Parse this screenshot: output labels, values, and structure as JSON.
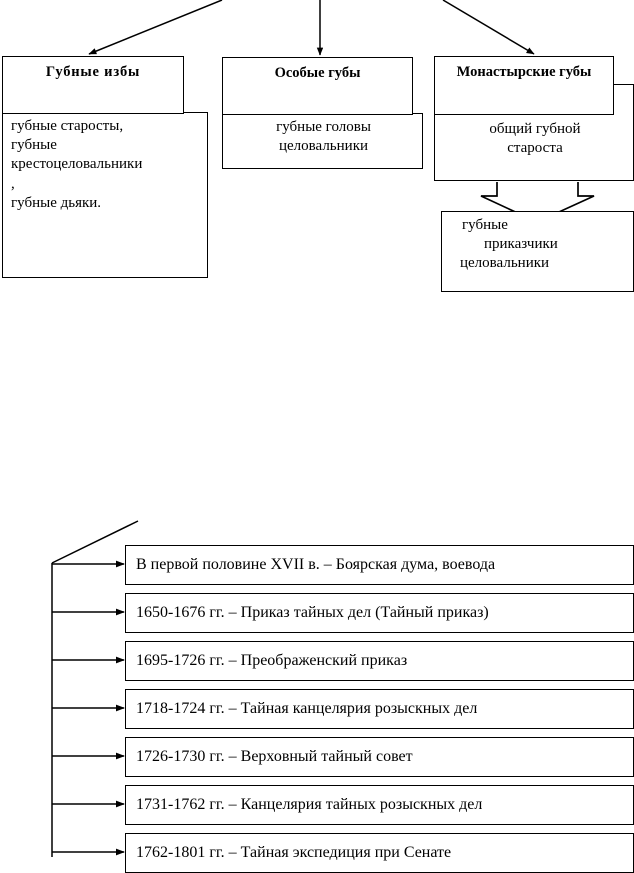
{
  "diagram": {
    "top_section": {
      "groups": [
        {
          "id": "gubnye-izby",
          "header": "Губные  избы",
          "body_lines": [
            "губные старосты,",
            "губные",
            "крестоцеловальники",
            ",",
            "губные дьяки."
          ],
          "body_text": "губные старосты,\nгубные\nкрестоцеловальники\n,\nгубные дьяки.",
          "incoming_arrow": "diagonal-down-left"
        },
        {
          "id": "osobye-guby",
          "header": "Особые губы",
          "body_lines": [
            "губные головы",
            "целовальники"
          ],
          "body_text": "губные головы\nцеловальники",
          "incoming_arrow": "vertical-down"
        },
        {
          "id": "monastyrskie-guby",
          "header": "Монастырские губы",
          "body_lines": [
            "общий губной",
            "староста"
          ],
          "body_text": "общий губной\nстароста",
          "incoming_arrow": "diagonal-down-right",
          "child": {
            "id": "gubnye-prikazchiki",
            "lines": [
              "губные",
              "приказчики",
              "целовальники"
            ],
            "text": "губные\n   приказчики\nцеловальники",
            "connector": "block-chevron-arrow-down"
          }
        }
      ]
    },
    "timeline_section": {
      "trunk": "vertical-line-with-branch-arrows",
      "rows": [
        {
          "label": "В первой половине XVII в. – Боярская дума, воевода"
        },
        {
          "label": "1650-1676 гг. – Приказ тайных дел (Тайный приказ)"
        },
        {
          "label": "1695-1726 гг. – Преображенский приказ"
        },
        {
          "label": "1718-1724 гг. – Тайная канцелярия розыскных дел"
        },
        {
          "label": "1726-1730 гг. – Верховный тайный совет"
        },
        {
          "label": "1731-1762 гг. – Канцелярия тайных розыскных дел"
        },
        {
          "label": "1762-1801 гг. – Тайная экспедиция при Сенате"
        }
      ]
    },
    "colors": {
      "stroke": "#000000",
      "fill": "#ffffff",
      "text": "#000000"
    }
  }
}
